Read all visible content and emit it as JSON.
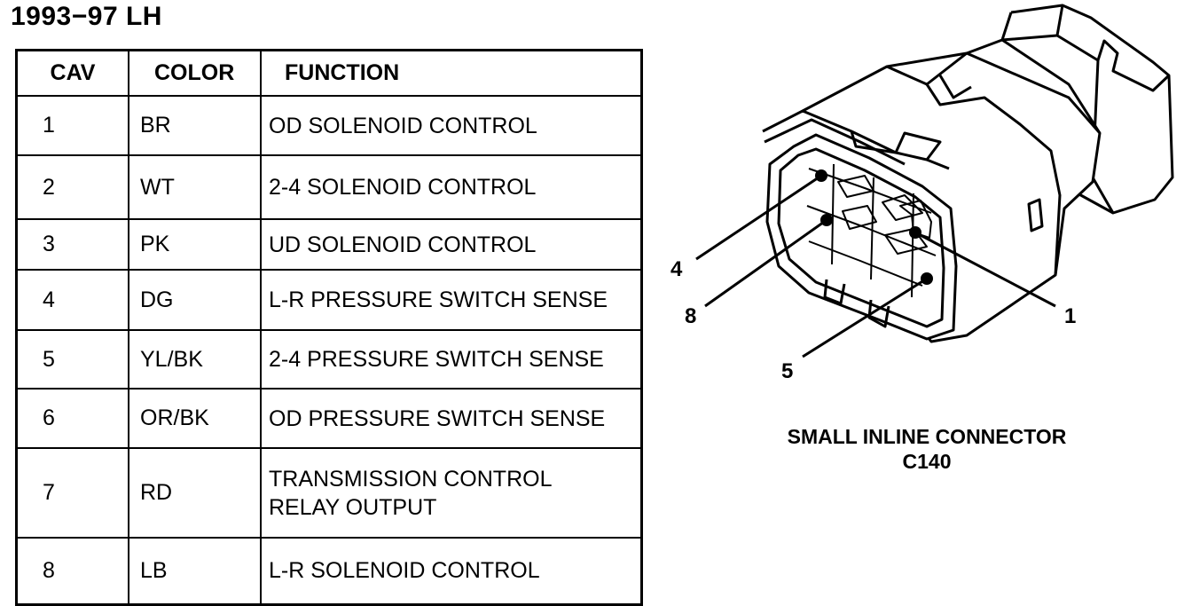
{
  "heading": "1993−97 LH",
  "table": {
    "headers": {
      "cav": "CAV",
      "color": "COLOR",
      "function": "FUNCTION"
    },
    "rows": [
      {
        "cav": "1",
        "color": "BR",
        "function": "OD SOLENOID CONTROL"
      },
      {
        "cav": "2",
        "color": "WT",
        "function": "2-4 SOLENOID CONTROL"
      },
      {
        "cav": "3",
        "color": "PK",
        "function": "UD SOLENOID CONTROL"
      },
      {
        "cav": "4",
        "color": "DG",
        "function": "L-R PRESSURE SWITCH SENSE"
      },
      {
        "cav": "5",
        "color": "YL/BK",
        "function": "2-4 PRESSURE SWITCH SENSE"
      },
      {
        "cav": "6",
        "color": "OR/BK",
        "function": "OD PRESSURE SWITCH SENSE"
      },
      {
        "cav": "7",
        "color": "RD",
        "function_line1": "TRANSMISSION CONTROL",
        "function_line2": "RELAY OUTPUT"
      },
      {
        "cav": "8",
        "color": "LB",
        "function": "L-R SOLENOID CONTROL"
      }
    ]
  },
  "diagram": {
    "callouts": {
      "pin4": "4",
      "pin8": "8",
      "pin5": "5",
      "pin1": "1"
    },
    "caption_title": "SMALL INLINE CONNECTOR",
    "caption_id": "C140"
  }
}
